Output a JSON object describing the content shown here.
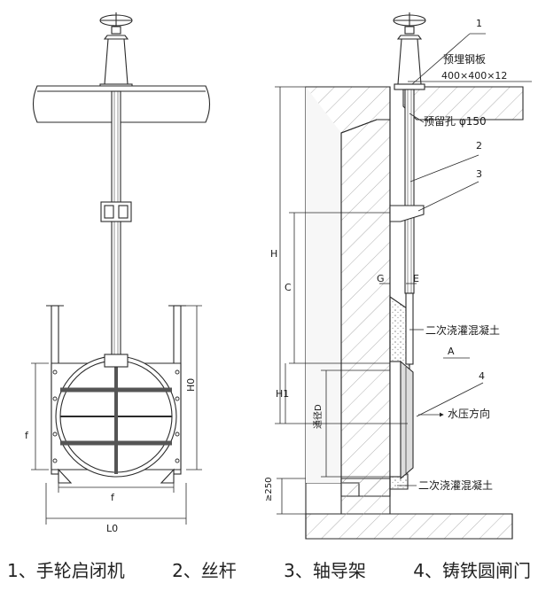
{
  "callouts": [
    "1",
    "2",
    "3",
    "4"
  ],
  "labels": {
    "embedded_plate_title": "预埋钢板",
    "embedded_plate_size": "400×400×12",
    "reserved_hole": "预留孔 φ150",
    "secondary_concrete_upper": "二次浇灌混凝土",
    "secondary_concrete_lower": "二次浇灌混凝土",
    "water_pressure": "水压方向",
    "section_a": "A",
    "diameter": "通径D"
  },
  "dimensions": {
    "H": "H",
    "C": "C",
    "H1": "H1",
    "G": "G",
    "E": "E",
    "f_vertical": "f",
    "f_horizontal": "f",
    "L0": "L0",
    "H0": "H0",
    "min_250": "≥250"
  },
  "legend": [
    "1、手轮启闭机",
    "2、丝杆",
    "3、轴导架",
    "4、铸铁圆闸门"
  ],
  "colors": {
    "line": "#2a2a2a",
    "concrete_fill": "#f4f4f4",
    "grout_fill": "#e6e6e6",
    "background": "#ffffff"
  }
}
